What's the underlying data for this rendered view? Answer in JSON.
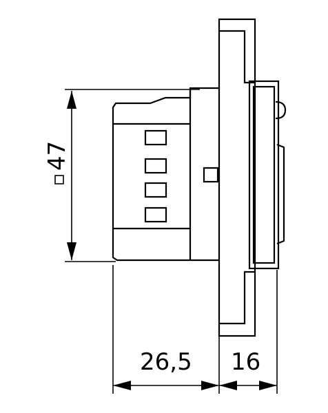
{
  "drawing": {
    "dim_depth": "26,5",
    "dim_front": "16",
    "dim_size": "47",
    "size_symbol": "square-symbol-icon"
  }
}
